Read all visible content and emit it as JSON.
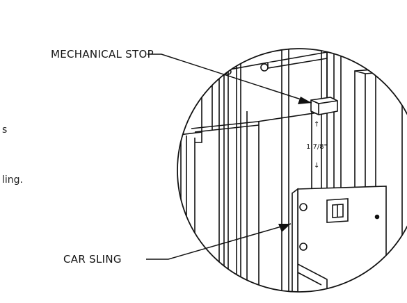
{
  "page_text": {
    "fragment_1": "s",
    "fragment_2": "ling."
  },
  "labels": {
    "mechanical_stop": "MECHANICAL STOP",
    "car_sling": "CAR SLING",
    "clearance": "1 7/8\"",
    "arrow_up": "↑",
    "arrow_down": "↓"
  }
}
